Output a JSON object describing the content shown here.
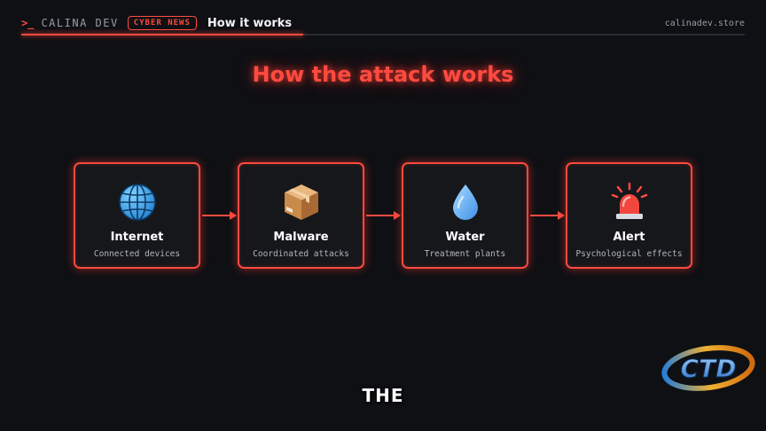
{
  "header": {
    "prompt_symbol": ">_",
    "brand": "CALINA DEV",
    "badge": "CYBER NEWS",
    "page_label": "How it works",
    "site": "calinadev.store"
  },
  "progress": {
    "fraction": 0.39
  },
  "headline": "How the attack works",
  "steps": [
    {
      "title": "Internet",
      "subtitle": "Connected devices",
      "icon": "globe-icon"
    },
    {
      "title": "Malware",
      "subtitle": "Coordinated attacks",
      "icon": "package-icon"
    },
    {
      "title": "Water",
      "subtitle": "Treatment plants",
      "icon": "water-drop-icon"
    },
    {
      "title": "Alert",
      "subtitle": "Psychological effects",
      "icon": "siren-icon"
    }
  ],
  "caption": "THE",
  "logo": {
    "text": "CTD"
  },
  "colors": {
    "accent": "#ff4a40",
    "background": "#0f1014",
    "card": "#16171b"
  }
}
